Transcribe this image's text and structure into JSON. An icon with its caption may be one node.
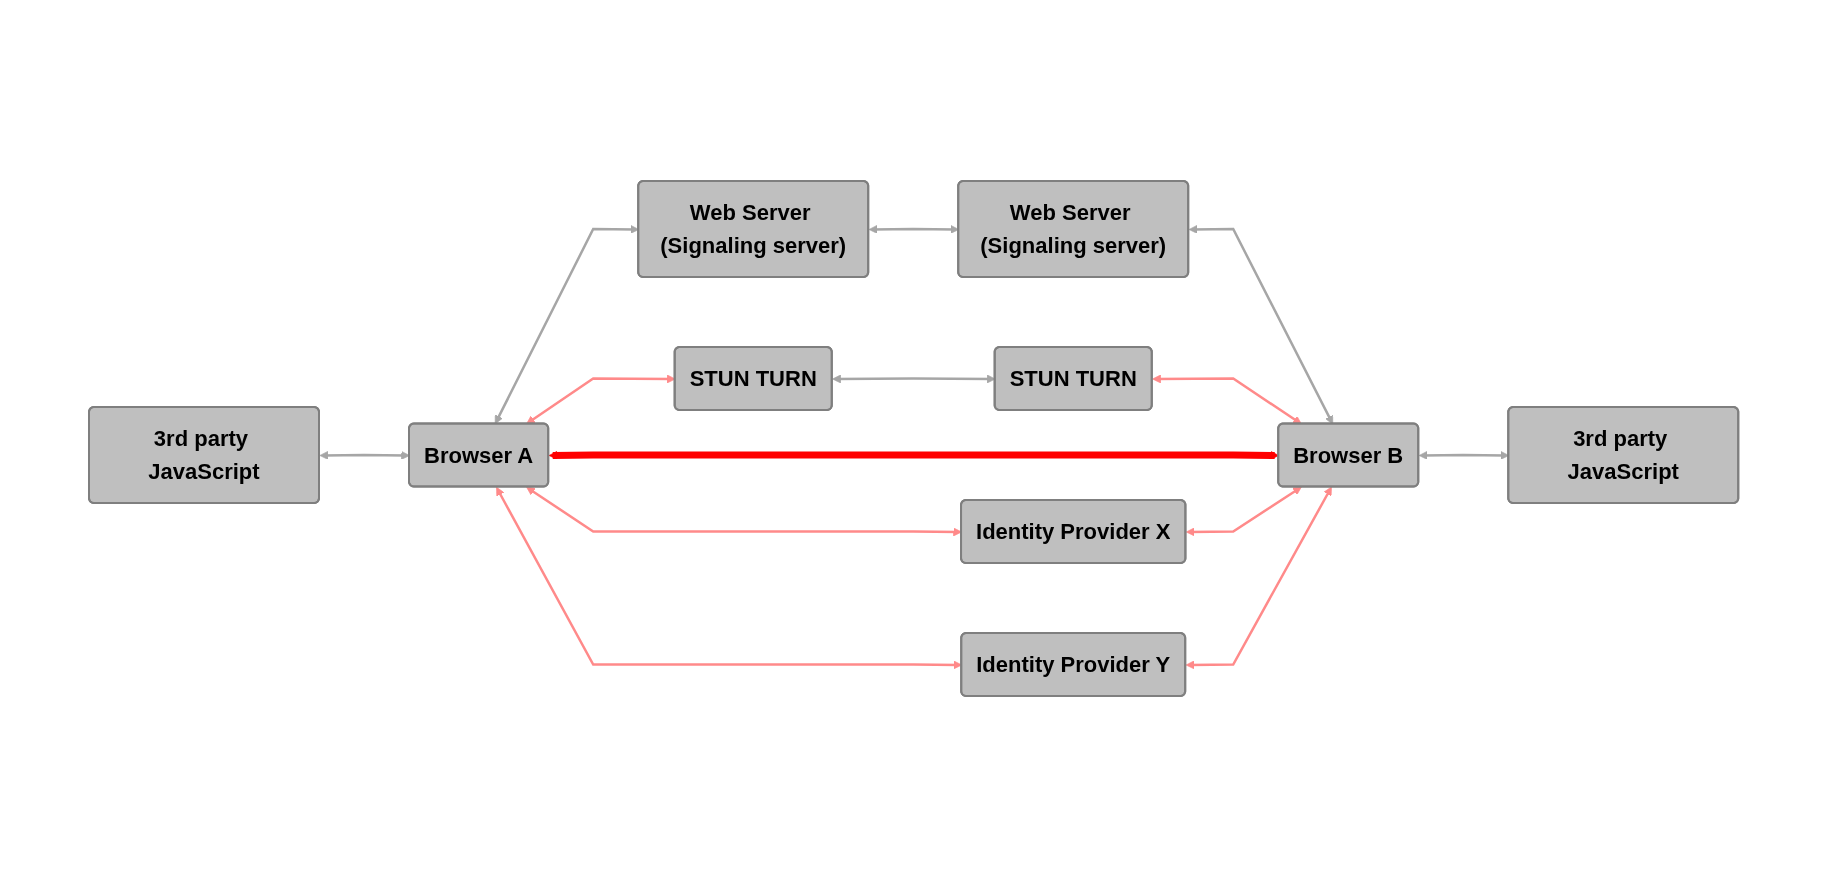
{
  "diagram": {
    "nodes": [
      {
        "text": [
          "Web Server (Signaling server)"
        ]
      },
      {
        "text": [
          "Web Server (Signaling server)"
        ]
      },
      {
        "text": [
          "3rd party JavaScript"
        ]
      },
      {
        "text": [
          "STUN TURN"
        ]
      },
      {
        "text": [
          "STUN TURN"
        ]
      },
      {
        "text": [
          "3rd party JavaScript"
        ]
      },
      {
        "text": [
          "Browser A"
        ]
      },
      {
        "text": [
          "Browser B"
        ]
      },
      {
        "text": [
          "Identity Provider X"
        ]
      },
      {
        "text": [
          "Identity Provider Y"
        ]
      }
    ],
    "edges": [
      {
        "from": 0,
        "to": 1,
        "arrow": "both",
        "color": "#a6a6a6"
      },
      {
        "from": 6,
        "to": 0,
        "arrow": "both",
        "color": "#a6a6a6"
      },
      {
        "from": 1,
        "to": 7,
        "arrow": "both",
        "color": "#a6a6a6"
      },
      {
        "from": 3,
        "to": 4,
        "arrow": "both",
        "color": "#a6a6a6"
      },
      {
        "from": 2,
        "to": 6,
        "arrow": "both",
        "color": "#a6a6a6"
      },
      {
        "from": 7,
        "to": 5,
        "arrow": "both",
        "color": "#a6a6a6"
      },
      {
        "from": 6,
        "to": 3,
        "arrow": "both",
        "color": "#ff8a8a"
      },
      {
        "from": 4,
        "to": 7,
        "arrow": "both",
        "color": "#ff8a8a"
      },
      {
        "from": 6,
        "to": 7,
        "arrow": "both",
        "style": "thick",
        "color": "#ff0000"
      },
      {
        "from": 6,
        "to": 9,
        "arrow": "both",
        "color": "#ff8a8a"
      },
      {
        "from": 8,
        "to": 7,
        "arrow": "both",
        "color": "#ff8a8a"
      },
      {
        "from": 6,
        "to": 8,
        "arrow": "both",
        "color": "#ff8a8a"
      },
      {
        "from": 9,
        "to": 7,
        "arrow": "both",
        "color": "#ff8a8a"
      }
    ]
  }
}
